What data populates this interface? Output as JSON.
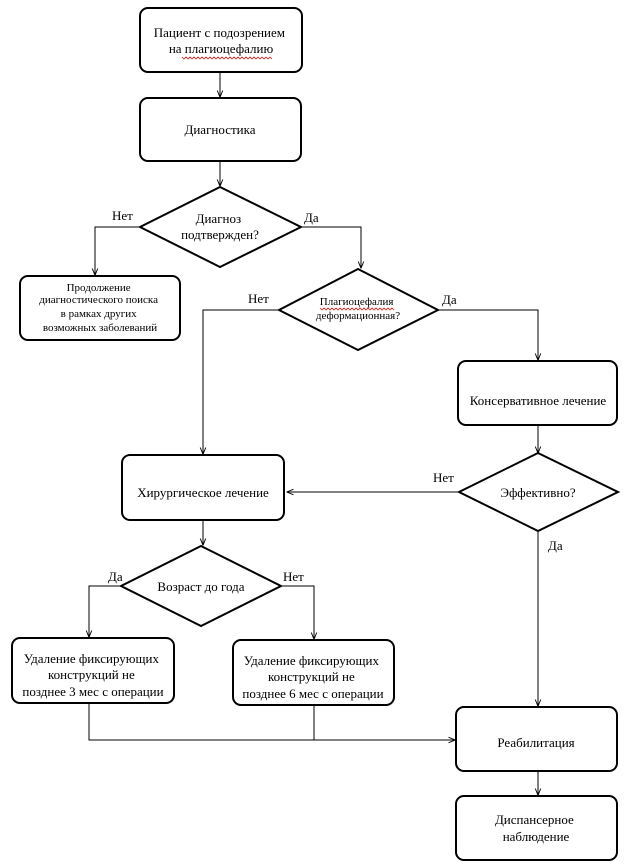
{
  "nodes": {
    "start": [
      "Пациент  с подозрением",
      "на плагиоцефалию"
    ],
    "diagnostics": [
      "Диагностика"
    ],
    "diagnosis_confirmed": [
      "Диагноз",
      "подтвержден?"
    ],
    "continue_search": [
      "Продолжение",
      "диагностического  поиска",
      "в рамках других",
      "возможных заболеваний"
    ],
    "deformational": [
      "Плагиоцефалия",
      "деформационная?"
    ],
    "conservative": [
      "Консервативное  лечение"
    ],
    "surgical": [
      "Хирургическое  лечение"
    ],
    "effective": [
      "Эффективно?"
    ],
    "age": [
      "Возраст до года"
    ],
    "removal_3": [
      "Удаление  фиксирующих",
      "конструкций  не",
      "позднее  3 мес с операции"
    ],
    "removal_6": [
      "Удаление  фиксирующих",
      "конструкций  не",
      "позднее  6 мес с операции"
    ],
    "rehab": [
      "Реабилитация"
    ],
    "followup": [
      "Диспансерное",
      "наблюдение"
    ]
  },
  "edge_labels": {
    "diag_no": "Нет",
    "diag_yes": "Да",
    "deform_no": "Нет",
    "deform_yes": "Да",
    "eff_no": "Нет",
    "eff_yes": "Да",
    "age_yes": "Да",
    "age_no": "Нет"
  },
  "colors": {
    "stroke": "#000000",
    "background": "#ffffff",
    "spellcheck_underline": "#e0201b"
  }
}
